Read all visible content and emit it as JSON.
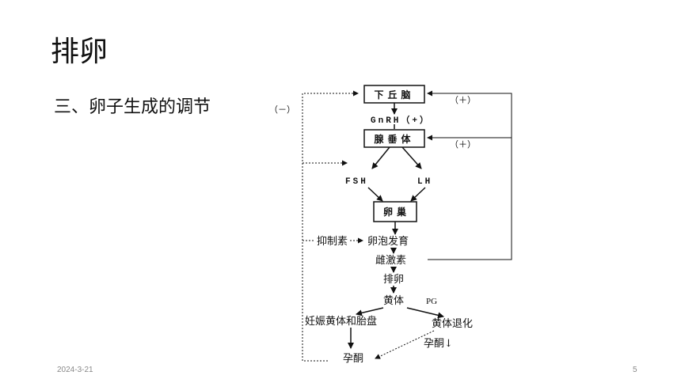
{
  "slide": {
    "title": "排卵",
    "subtitle": "三、卵子生成的调节",
    "date": "2024-3-21",
    "page_number": "5"
  },
  "diagram": {
    "nodes": {
      "hypothalamus": "下丘脑",
      "gnrh": "GnRH（+）",
      "pituitary": "腺垂体",
      "fsh": "FSH",
      "lh": "LH",
      "ovary": "卵巢",
      "inhibin": "抑制素",
      "follicle": "卵泡发育",
      "estrogen": "雌激素",
      "ovulation": "排卵",
      "corpus_luteum": "黄体",
      "pg": "PG",
      "pregnancy": "妊娠黄体和胎盘",
      "regression": "黄体退化",
      "progesterone_down": "孕酮↓",
      "progesterone": "孕酮"
    },
    "feedback": {
      "negative": "（－）",
      "positive_hypothalamus": "（＋）",
      "positive_pituitary": "（＋）"
    }
  }
}
